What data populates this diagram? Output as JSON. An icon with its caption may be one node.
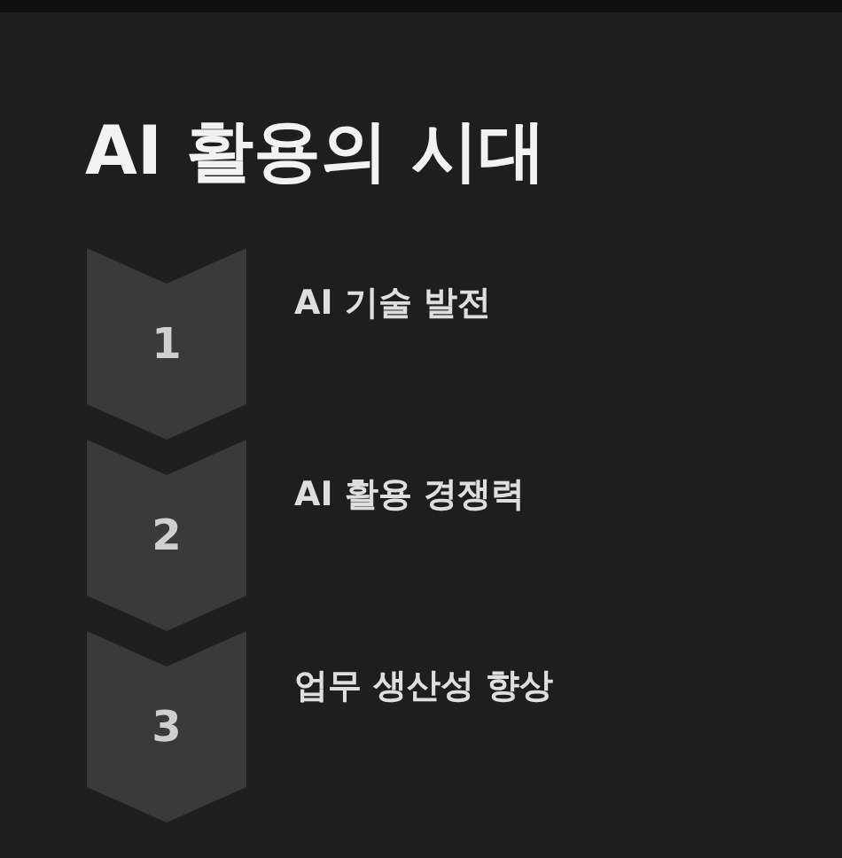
{
  "diagram": {
    "title": "AI 활용의 시대",
    "nodes": [
      {
        "text": [
          "1"
        ],
        "beside": [
          "AI 기술 발전"
        ]
      },
      {
        "text": [
          "2"
        ],
        "beside": [
          "AI 활용 경쟁력"
        ]
      },
      {
        "text": [
          "3"
        ],
        "beside": [
          "업무 생산성 향상"
        ]
      }
    ]
  }
}
